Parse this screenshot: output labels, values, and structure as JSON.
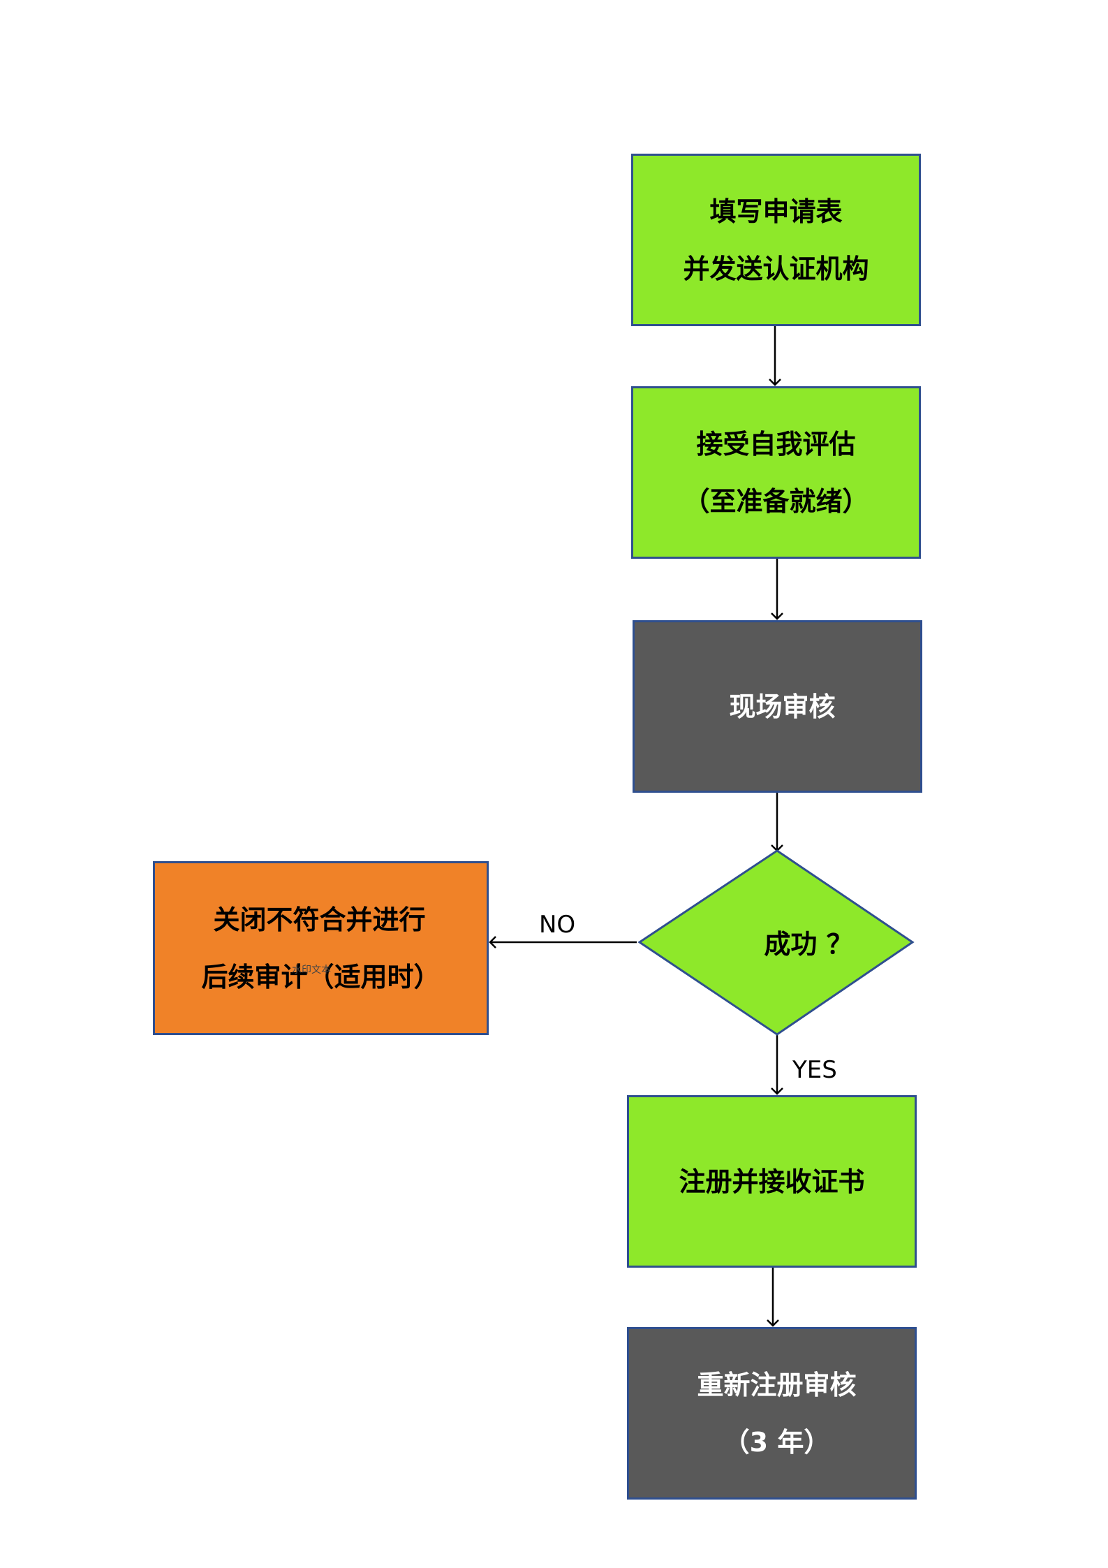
{
  "nodes": {
    "n1": {
      "line1": "填写申请表",
      "line2": "并发送认证机构"
    },
    "n2": {
      "line1": "接受自我评估",
      "line2": "（至准备就绪）"
    },
    "n3": {
      "line1": "现场审核"
    },
    "n4": {
      "line1": "成功 ？"
    },
    "n5": {
      "line1": "注册并接收证书"
    },
    "n6": {
      "line1": "重新注册审核",
      "line2": "（3 年）"
    },
    "n7": {
      "line1": "关闭不符合并进行",
      "line2": "后续审计（适用时）"
    }
  },
  "edges": {
    "no_label": "NO",
    "yes_label": "YES"
  },
  "watermark": "水印文本",
  "colors": {
    "process_green": "#8ee82a",
    "process_gray": "#595959",
    "process_orange": "#f08228",
    "border": "#2f4f8f"
  }
}
